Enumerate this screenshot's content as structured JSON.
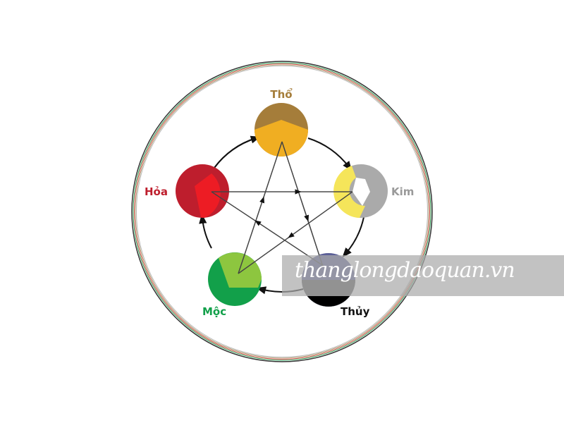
{
  "elements": [
    {
      "key": "tho",
      "label": "Thổ",
      "color": "#a57d3a",
      "fill_a": "#a57d3a",
      "fill_b": "#f0ae22"
    },
    {
      "key": "kim",
      "label": "Kim",
      "color": "#9a9a9a",
      "fill_a": "#aaaaaa",
      "fill_b": "#f5e55a"
    },
    {
      "key": "thuy",
      "label": "Thủy",
      "color": "#111111",
      "fill_a": "#5b5f97",
      "fill_b": "#000000"
    },
    {
      "key": "moc",
      "label": "Mộc",
      "color": "#12a04a",
      "fill_a": "#12a04a",
      "fill_b": "#8dc63f"
    },
    {
      "key": "hoa",
      "label": "Hỏa",
      "color": "#be1e2d",
      "fill_a": "#be1e2d",
      "fill_b": "#ed1c24"
    }
  ],
  "watermark": "thanglongdaoquan.vn"
}
